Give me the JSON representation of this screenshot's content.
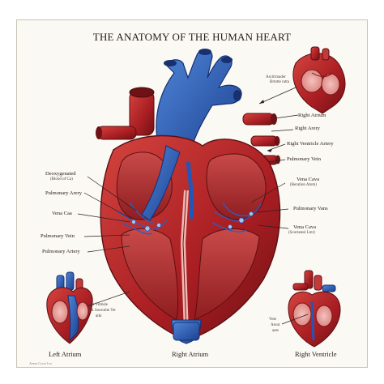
{
  "title": "THE ANATOMY OF THE HUMAN HEART",
  "labels": {
    "inset_top_note_1": "Ascitrmader",
    "inset_top_note_2": "Brtotte ratta",
    "right_atrium": "Right Atrium",
    "right_artery": "Right Arery",
    "right_ventricle_artery": "Right Ventricle Artery",
    "pulmonary_vein_right": "Pulmonary Vein",
    "vena_cava_right_1": "Vena Cava",
    "vena_cava_right_2": "(Beration Atom)",
    "pulmonary_veins": "Pulmonary Vans",
    "vena_cava_right_b1": "Vena Cava",
    "vena_cava_right_b2": "(Scortatesl Lmt)",
    "deoxygenated_1": "Deoxygenated",
    "deoxygenated_2": "(Blood of Ca)",
    "pulmonary_artery_left": "Pulmonary Arery",
    "vena_cava_left": "Vena Caa",
    "pulmonary_vein_left": "Pulmonary Vein",
    "pulmonary_artery_left_2": "Pulmonary Artery",
    "left_ventricle_1": "Left Vitmsle",
    "left_ventricle_2": "1 & Sourutite Ter",
    "left_ventricle_3": "atkt",
    "valve_1": "Vote",
    "valve_2": "Assut",
    "valve_3": "aats"
  },
  "captions": {
    "left_atrium": "Left Atrium",
    "right_atrium": "Right Atrium",
    "right_ventricle": "Right Ventricle"
  },
  "footer_note": "Aeaeu Cocut Lea",
  "colors": {
    "red": "#b8262a",
    "dark_red": "#7a1518",
    "pink": "#e7a4a0",
    "blue": "#2456b7",
    "light_blue": "#5c8fd8"
  }
}
